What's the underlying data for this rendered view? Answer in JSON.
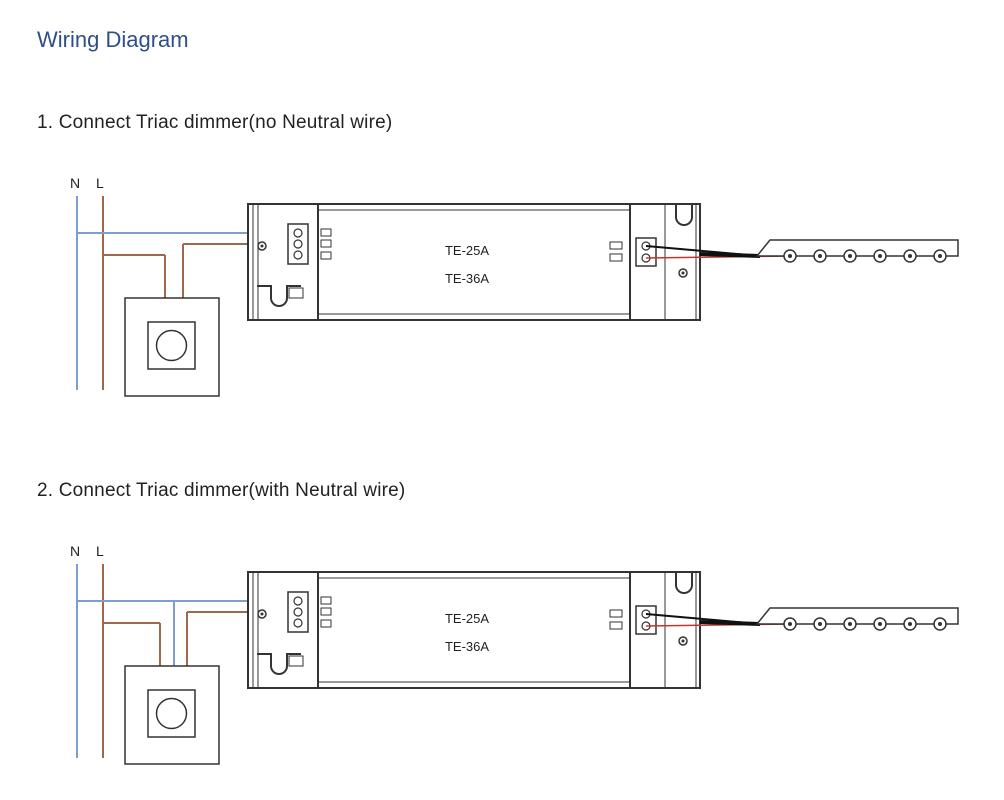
{
  "page_title": "Wiring Diagram",
  "colors": {
    "title": "#2f4f86",
    "neutral_wire": "#7c9fcf",
    "live_wire": "#a0684a",
    "outline": "#333333",
    "led_red_wire": "#c0392b"
  },
  "sections": [
    {
      "title": "1. Connect Triac dimmer(no Neutral wire)",
      "neutral_label": "N",
      "live_label": "L",
      "model_1": "TE-25A",
      "model_2": "TE-36A",
      "dimmer_has_neutral": false
    },
    {
      "title": "2. Connect Triac dimmer(with Neutral wire)",
      "neutral_label": "N",
      "live_label": "L",
      "model_1": "TE-25A",
      "model_2": "TE-36A",
      "dimmer_has_neutral": true
    }
  ]
}
